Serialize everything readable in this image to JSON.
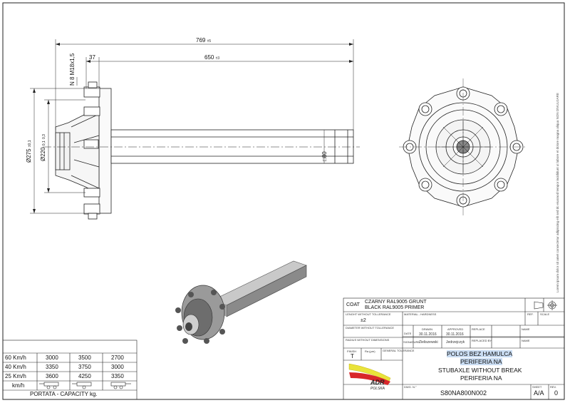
{
  "drawing": {
    "dims": {
      "overall": "769",
      "overall_tol": "±5",
      "shaft": "650",
      "shaft_tol": "±3",
      "offset": "37",
      "bolt": "N 8 M18x1,5",
      "flange_dia": "Ø275",
      "flange_tol": "±0,1",
      "bolt_circle": "Ø220",
      "bolt_circle_tol_top": "0,1",
      "bolt_circle_tol_bot": "0,3",
      "square": "□80"
    },
    "side_note": "Lorem ipsum dolor sit amet consectetur adipiscing elit sed do eiusmod tempor incididunt ut labore et dolore magna aliqua NON DIVULGARE"
  },
  "capacity_table": {
    "headers": [
      "km/h",
      "",
      "",
      ""
    ],
    "rows": [
      [
        "60 Km/h",
        "3000",
        "3500",
        "2700"
      ],
      [
        "40 Km/h",
        "3350",
        "3750",
        "3000"
      ],
      [
        "25 Km/h",
        "3600",
        "4250",
        "3350"
      ]
    ],
    "caption": "PORTATA - CAPACITY kg."
  },
  "title_block": {
    "coat_label": "COAT",
    "coat_line1": "CZARNY RAL9005 GRUNT",
    "coat_line2": "BLACK RAL9005 PRIMER",
    "length_label": "LENGHT WITHOUT TOLLERANCE",
    "length_value": "±2",
    "material_label": "MATERIAL - HARDNESS",
    "diameter_label": "DIAMETER WITHOUT TOLLERANCE",
    "radius_label": "RADIUS WITHOUT DIMENSIONS",
    "drawn_label": "DRAWN",
    "approved_label": "APPROVED",
    "date_label": "DATE",
    "date_drawn": "30.11.2016",
    "date_approved": "30.11.2016",
    "signature_label": "SIGNATURE",
    "sign_drawn": "Zieliszewski",
    "sign_approved": "Jedrzejczyk",
    "replace_label": "REPLACE",
    "replaced_by_label": "REPLACED BY",
    "name_label": "NAME",
    "ref_label": "REF.",
    "scale_label": "SCALE",
    "finish_label": "FINISH",
    "finish_value": "T",
    "roughness_label": "Ra (µm)",
    "general_label": "GENERAL TOLERANCE",
    "title_pl_1": "POLOS BEZ HAMULCA",
    "title_pl_2": "PERIFERIA NA",
    "title_en_1": "STUBAXLE WITHOUT BREAK",
    "title_en_2": "PERIFERIA NA",
    "dwg_label": "DWG. N.°",
    "dwg_no": "S80NA800N002",
    "sheet_label": "SHEET",
    "sheet_value": "A/A",
    "rev_label": "REV.",
    "rev_value": "0",
    "logo_text": "ADR",
    "logo_sub": "POLSKA"
  }
}
